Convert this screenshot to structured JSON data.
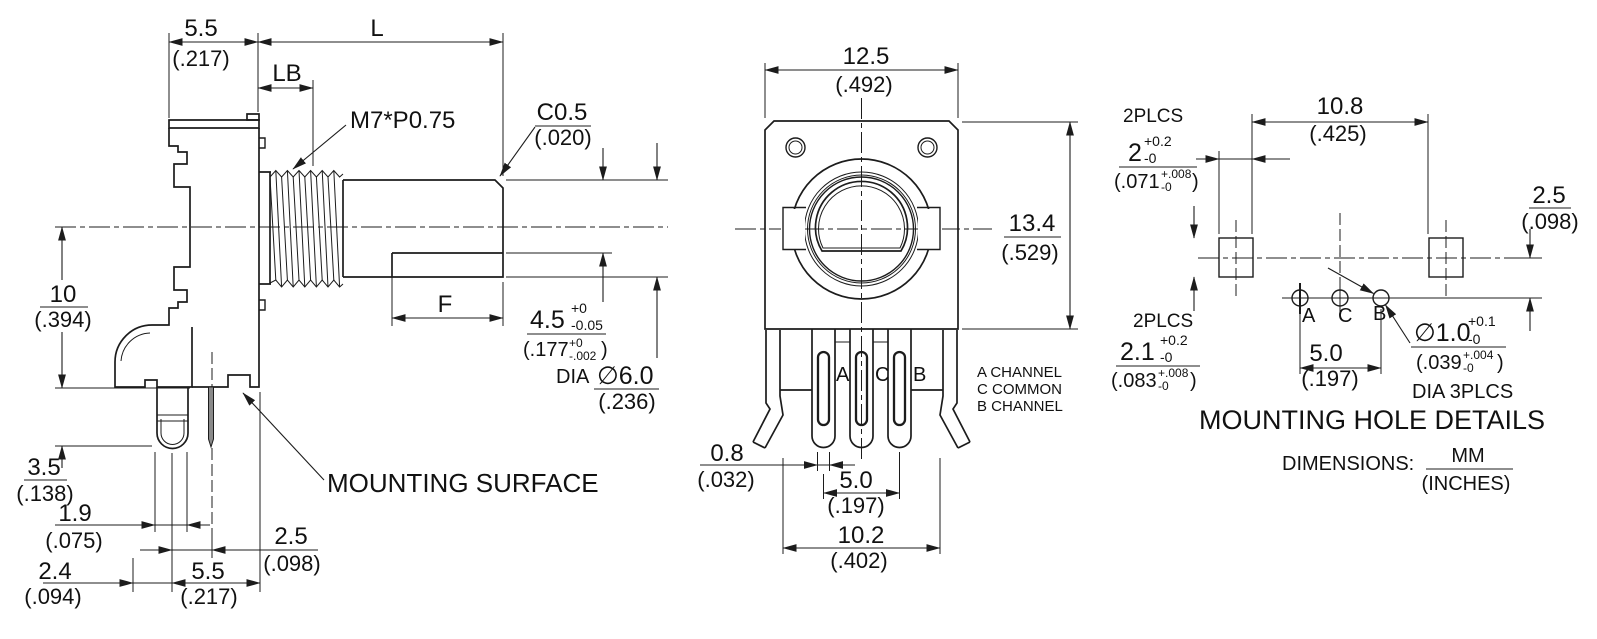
{
  "colors": {
    "ink": "#1c1c1c",
    "paper": "#ffffff",
    "pin_fill": "#8a8a8a"
  },
  "side_view": {
    "dim_top_width": {
      "mm": "5.5",
      "inch": "(.217)"
    },
    "dim_shaft_length": "L",
    "dim_bushing_length": "LB",
    "thread_spec": "M7*P0.75",
    "dim_chamfer": {
      "mm": "C0.5",
      "inch": "(.020)"
    },
    "dim_height": {
      "mm": "10",
      "inch": "(.394)"
    },
    "dim_pin_length": {
      "mm": "3.5",
      "inch": "(.138)"
    },
    "dim_post_width": {
      "mm": "1.9",
      "inch": "(.075)"
    },
    "dim_pin_offset": {
      "mm": "2.5",
      "inch": "(.098)"
    },
    "dim_edge_offset": {
      "mm": "2.4",
      "inch": "(.094)"
    },
    "dim_bottom_width": {
      "mm": "5.5",
      "inch": "(.217)"
    },
    "dim_flat": {
      "mm": "4.5",
      "tol_plus": "+0",
      "tol_minus": "-0.05",
      "inch": "(.177",
      "inch_tol_plus": "+0",
      "inch_tol_minus": "-.002",
      "inch_close": ")"
    },
    "dim_flat_length": "F",
    "dim_shaft_dia": {
      "prefix": "DIA",
      "mm": "∅6.0",
      "inch": "(.236)"
    },
    "mounting_surface": "MOUNTING SURFACE"
  },
  "front_view": {
    "dim_width": {
      "mm": "12.5",
      "inch": "(.492)"
    },
    "dim_height": {
      "mm": "13.4",
      "inch": "(.529)"
    },
    "dim_pin_width": {
      "mm": "0.8",
      "inch": "(.032)"
    },
    "dim_pin_span": {
      "mm": "5.0",
      "inch": "(.197)"
    },
    "dim_leg_span": {
      "mm": "10.2",
      "inch": "(.402)"
    },
    "pin_a": "A",
    "pin_c": "C",
    "pin_b": "B",
    "legend": [
      "A CHANNEL",
      "C COMMON",
      "B CHANNEL"
    ]
  },
  "mounting_view": {
    "plcs_top": "2PLCS",
    "dim_slot_width": {
      "mm": "2",
      "tol_plus": "+0.2",
      "tol_minus": "-0",
      "inch": "(.071",
      "inch_tol_plus": "+.008",
      "inch_tol_minus": "-0",
      "inch_close": ")"
    },
    "dim_slot_pitch": {
      "mm": "10.8",
      "inch": "(.425)"
    },
    "dim_row_offset": {
      "mm": "2.5",
      "inch": "(.098)"
    },
    "plcs_bottom": "2PLCS",
    "dim_slot_height": {
      "mm": "2.1",
      "tol_plus": "+0.2",
      "tol_minus": "-0",
      "inch": "(.083",
      "inch_tol_plus": "+.008",
      "inch_tol_minus": "-0",
      "inch_close": ")"
    },
    "dim_hole_span": {
      "mm": "5.0",
      "inch": "(.197)"
    },
    "dim_hole_dia": {
      "mm": "∅1.0",
      "tol_plus": "+0.1",
      "tol_minus": "-0",
      "inch": "(.039",
      "inch_tol_plus": "+.004",
      "inch_tol_minus": "-0",
      "inch_close": ")",
      "note": "DIA 3PLCS"
    },
    "pin_a": "A",
    "pin_c": "C",
    "pin_b": "B",
    "title": "MOUNTING HOLE DETAILS",
    "dimensions_label": "DIMENSIONS:",
    "unit_mm": "MM",
    "unit_inch": "(INCHES)"
  }
}
